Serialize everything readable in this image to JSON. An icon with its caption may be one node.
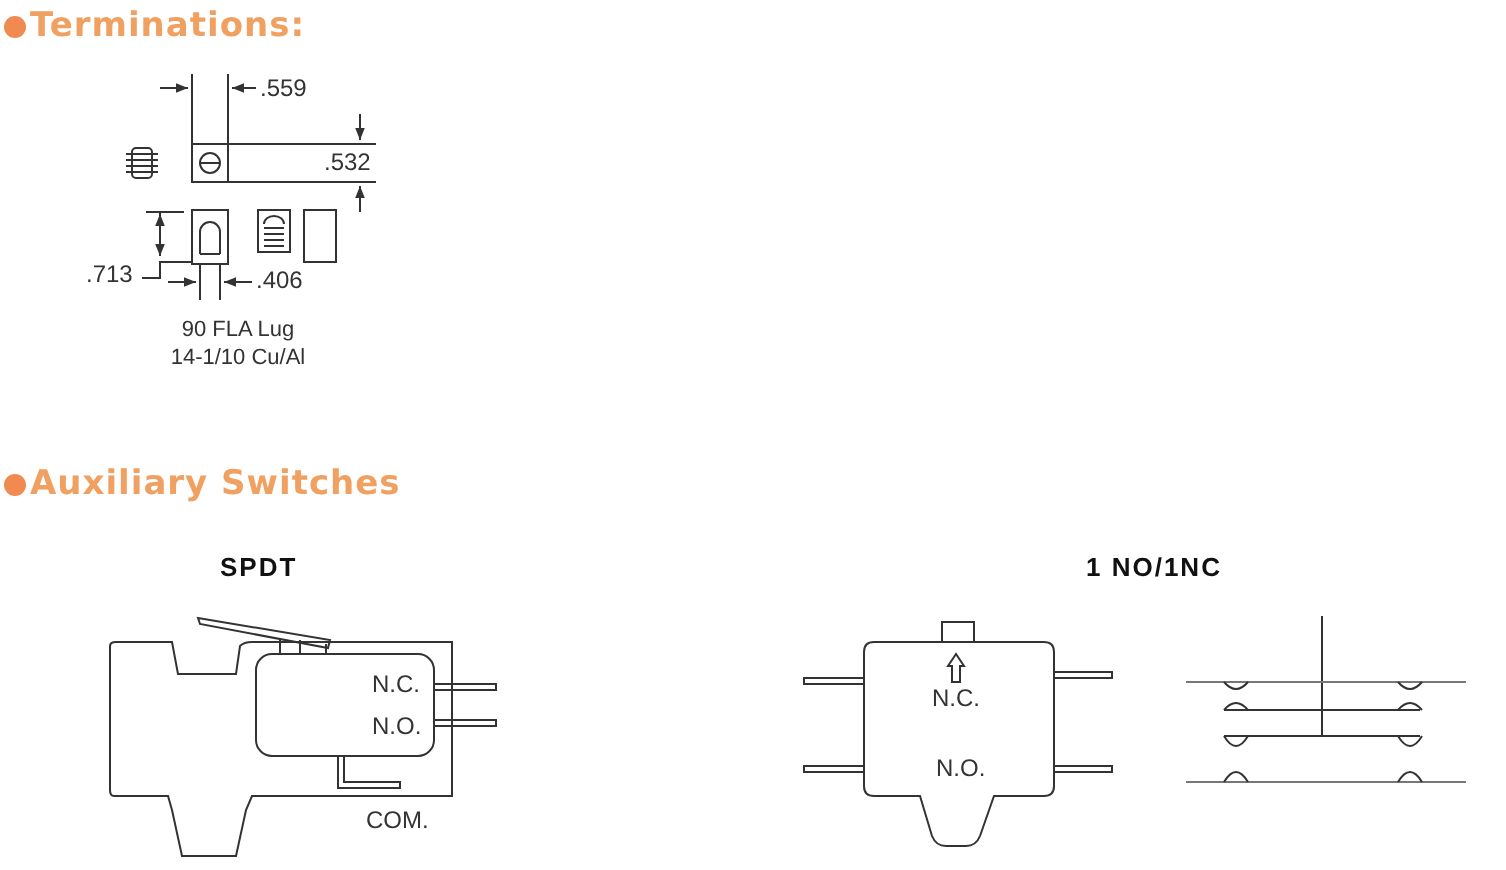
{
  "diagram": {
    "labels": [
      "Terminations:",
      ".559",
      ".532",
      ".713",
      ".406",
      "90 FLA Lug 14-1/10 Cu/Al",
      "Auxiliary Switches",
      "SPDT",
      "N.C.",
      "N.O.",
      "COM.",
      "1 NO/1NC",
      "N.C.",
      "N.O."
    ]
  }
}
